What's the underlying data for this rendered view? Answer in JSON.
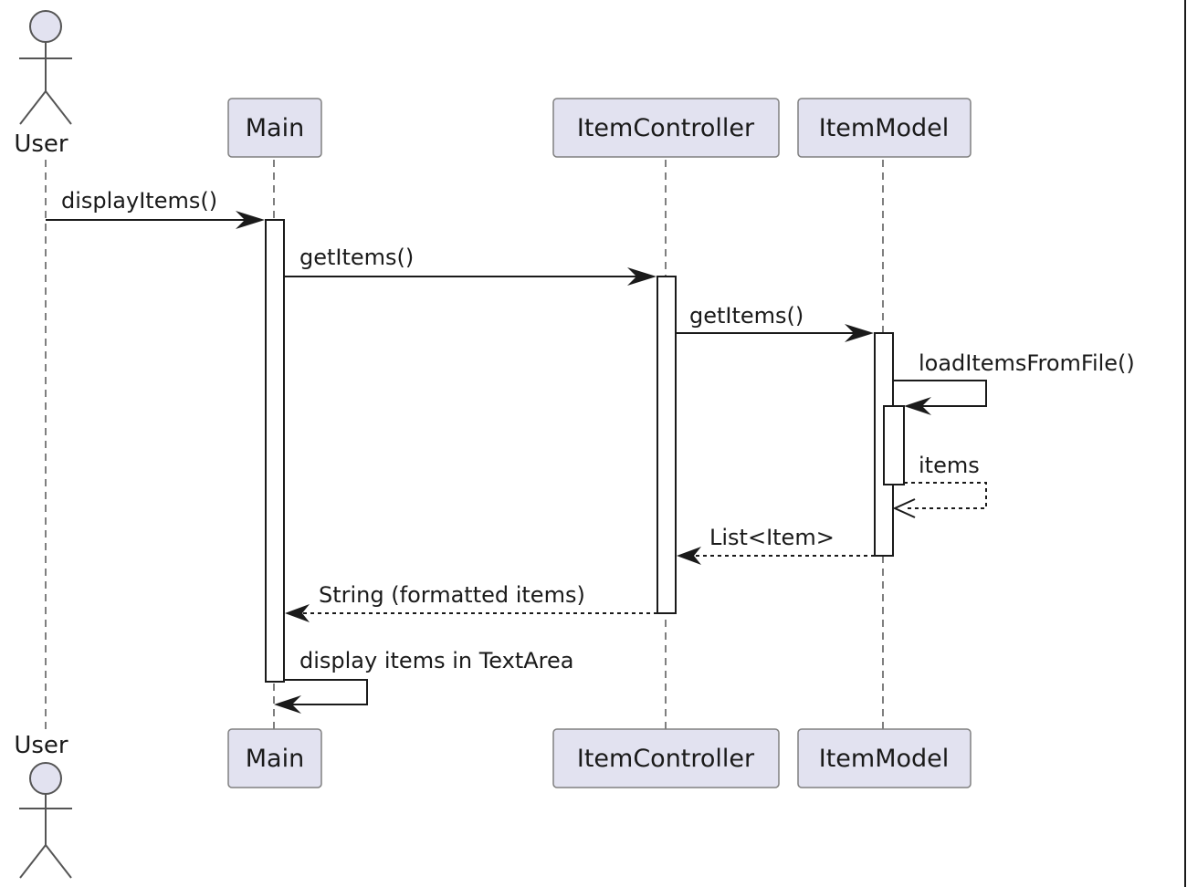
{
  "participants": {
    "user": "User",
    "main": "Main",
    "controller": "ItemController",
    "model": "ItemModel"
  },
  "messages": [
    {
      "label": "displayItems()",
      "from": "User",
      "to": "Main",
      "kind": "call"
    },
    {
      "label": "getItems()",
      "from": "Main",
      "to": "ItemController",
      "kind": "call"
    },
    {
      "label": "getItems()",
      "from": "ItemController",
      "to": "ItemModel",
      "kind": "call"
    },
    {
      "label": "loadItemsFromFile()",
      "from": "ItemModel",
      "to": "ItemModel",
      "kind": "self-call"
    },
    {
      "label": "items",
      "from": "ItemModel",
      "to": "ItemModel",
      "kind": "self-return"
    },
    {
      "label": "List<Item>",
      "from": "ItemModel",
      "to": "ItemController",
      "kind": "return"
    },
    {
      "label": "String (formatted items)",
      "from": "ItemController",
      "to": "Main",
      "kind": "return"
    },
    {
      "label": "display items in TextArea",
      "from": "Main",
      "to": "Main",
      "kind": "self-call"
    }
  ],
  "colors": {
    "participant_fill": "#e2e2f0",
    "participant_border": "#808080",
    "line": "#1a1a1a"
  }
}
